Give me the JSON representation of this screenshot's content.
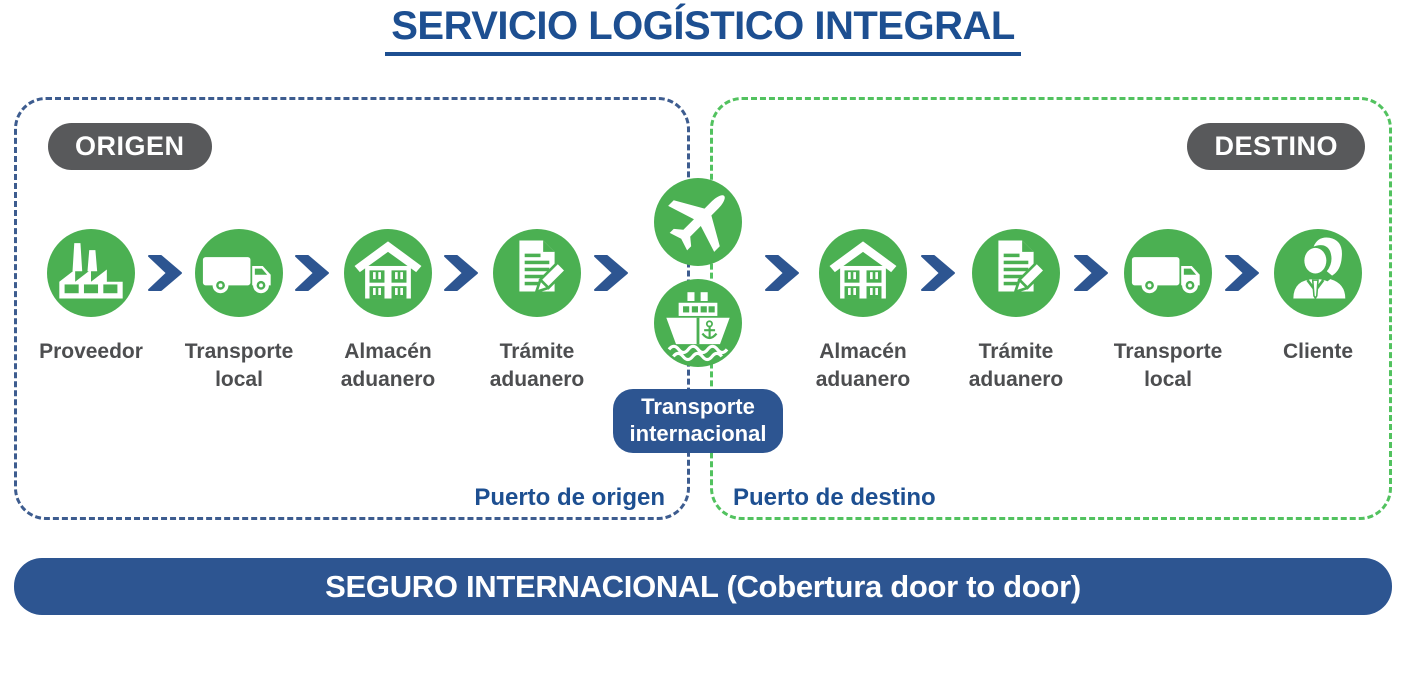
{
  "title": "SERVICIO LOGÍSTICO INTEGRAL",
  "origin": {
    "badge": "ORIGEN",
    "port_label": "Puerto de origen",
    "steps": [
      {
        "label": "Proveedor",
        "icon": "factory-icon"
      },
      {
        "label": "Transporte local",
        "icon": "truck-icon"
      },
      {
        "label": "Almacén aduanero",
        "icon": "warehouse-icon"
      },
      {
        "label": "Trámite aduanero",
        "icon": "document-pencil-icon"
      }
    ]
  },
  "international": {
    "label": "Transporte internacional",
    "icons": [
      "airplane-icon",
      "cargo-ship-icon"
    ]
  },
  "destination": {
    "badge": "DESTINO",
    "port_label": "Puerto de destino",
    "steps": [
      {
        "label": "Almacén aduanero",
        "icon": "warehouse-icon"
      },
      {
        "label": "Trámite aduanero",
        "icon": "document-pencil-icon"
      },
      {
        "label": "Transporte local",
        "icon": "truck-icon"
      },
      {
        "label": "Cliente",
        "icon": "customer-icon"
      }
    ]
  },
  "insurance": {
    "label": "SEGURO INTERNACIONAL (Cobertura door to door)"
  },
  "colors": {
    "icon_green": "#4bb052",
    "flow_blue": "#2d5591",
    "title_blue": "#1d4f91",
    "origin_dash_blue": "#3d5c8f",
    "destination_dash_green": "#52c25f",
    "badge_gray": "#58595b",
    "label_gray": "#4d4e50",
    "background": "#ffffff"
  }
}
